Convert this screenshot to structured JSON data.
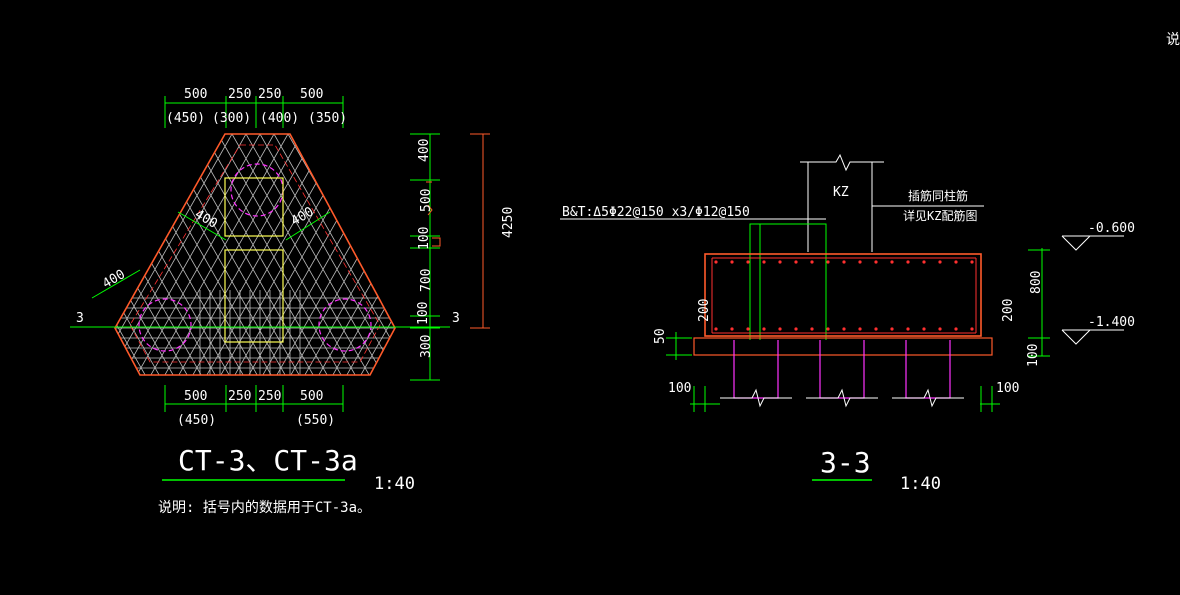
{
  "corner_text": "说",
  "plan": {
    "top_dims": [
      "500",
      "250",
      "250",
      "500"
    ],
    "top_dims_alt": [
      "(450)",
      "(300)",
      "(400)",
      "(350)"
    ],
    "bottom_dims": [
      "500",
      "250",
      "250",
      "500"
    ],
    "bottom_dims_alt": [
      "(450)",
      "(550)"
    ],
    "diag_left": "400",
    "diag_right": "400",
    "diag_outer": "400",
    "right_dims": [
      "400",
      "500",
      "100",
      "700",
      "100",
      "300"
    ],
    "total_height": "4250",
    "section_mark_left": "3",
    "section_mark_right": "3",
    "title": "CT-3、CT-3a",
    "scale": "1:40",
    "note": "说明: 括号内的数据用于CT-3a。"
  },
  "section": {
    "column_label": "KZ",
    "rebar_note": "B&T:Δ5Φ22@150 x3/Φ12@150",
    "dowel_note_1": "插筋同柱筋",
    "dowel_note_2": "详见KZ配筋图",
    "elev_top": "-0.600",
    "elev_bottom": "-1.400",
    "dim_depth": "800",
    "dim_cover_left": "200",
    "dim_cover_right": "200",
    "dim_50": "50",
    "dim_100_right_v": "100",
    "dim_100_left": "100",
    "dim_100_right": "100",
    "title": "3-3",
    "scale": "1:40"
  },
  "colors": {
    "background": "#000000",
    "outline": "#ff5a2a",
    "dimension": "#00ff00",
    "rebar": "#ffffff",
    "pile": "#ff33ff",
    "rebar_hatch": "#cfcfcf",
    "text": "#ffffff",
    "highlight": "#ffff55"
  }
}
